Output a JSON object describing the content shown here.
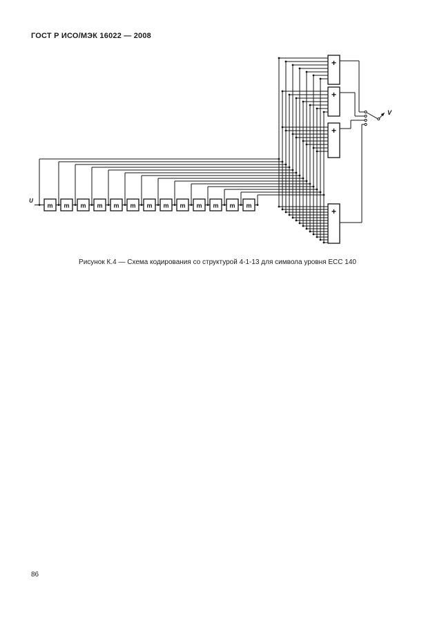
{
  "page": {
    "header": "ГОСТ Р ИСО/МЭК 16022 — 2008",
    "caption": "Рисунок К.4 — Схема кодирования со структурой 4-1-13 для символа уровня ECC 140",
    "page_number": "86"
  },
  "diagram": {
    "type": "convolutional-encoder",
    "structure": "4-1-13",
    "input_label": "U",
    "output_label": "V",
    "register_label": "m",
    "register_count": 13,
    "adder_label": "+",
    "adder_count": 4
  }
}
